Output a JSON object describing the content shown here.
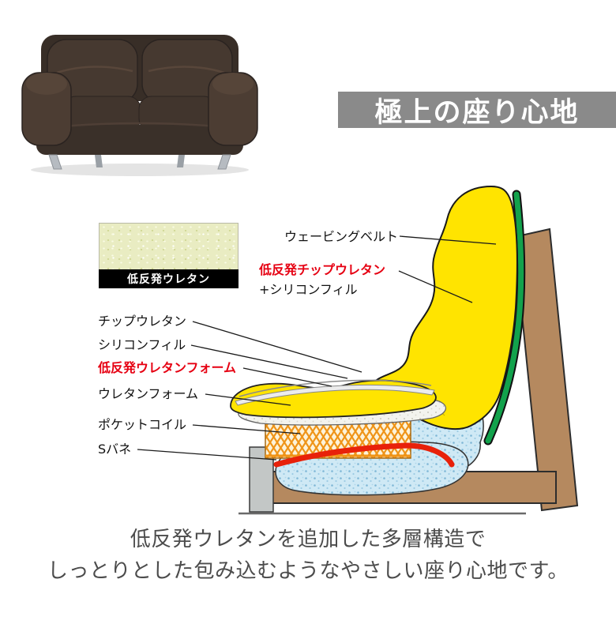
{
  "banner": {
    "title": "極上の座り心地"
  },
  "swatch": {
    "label": "低反発ウレタン"
  },
  "callouts": {
    "webbing": "ウェービングベルト",
    "chip_memory": "低反発チップウレタン",
    "silicon_fill_plus": "+シリコンフィル",
    "chip": "チップウレタン",
    "silicon_fill": "シリコンフィル",
    "memory_foam": "低反発ウレタンフォーム",
    "urethane_foam": "ウレタンフォーム",
    "pocket_coil": "ポケットコイル",
    "s_spring": "Sバネ"
  },
  "caption": {
    "line1": "低反発ウレタンを追加した多層構造で",
    "line2": "しっとりとした包み込むようなやさしい座り心地です。"
  },
  "colors": {
    "accent_red": "#e60012",
    "banner_gray": "#8a8a8a",
    "cushion_yellow": "#ffe400",
    "belt_green": "#12a24c",
    "fabric_blue": "#cfe9f5",
    "coil_orange": "#ef9418",
    "spring_red": "#e8210a",
    "frame_brown": "#b5895f"
  }
}
